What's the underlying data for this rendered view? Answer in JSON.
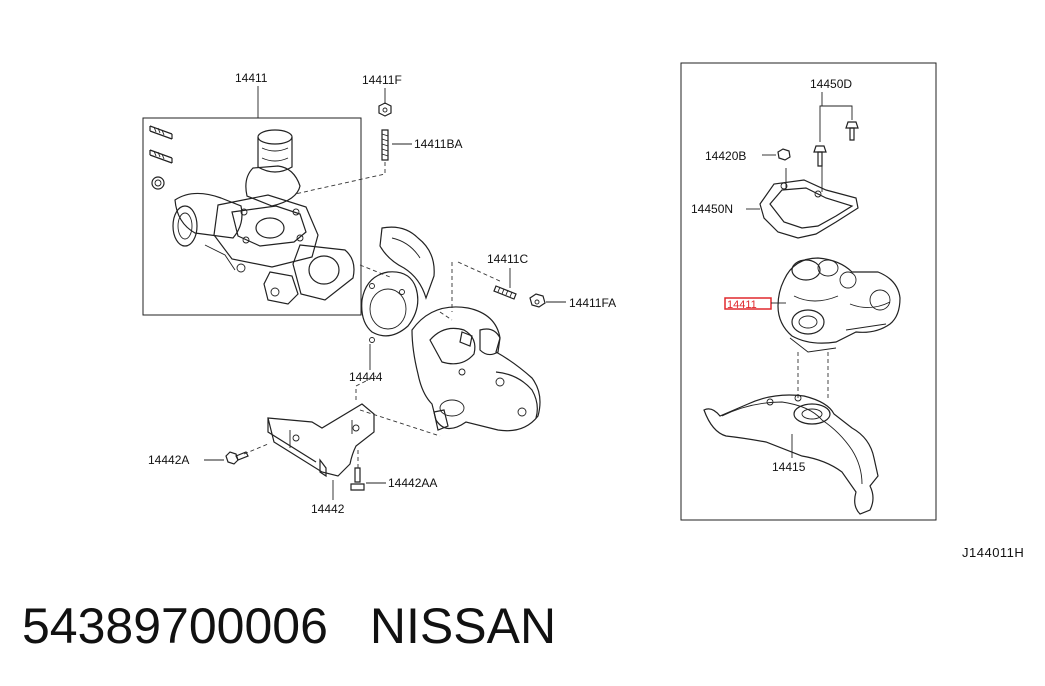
{
  "labels": {
    "turbo": "14411",
    "nut_top": "14411F",
    "stud_top": "14411BA",
    "stud_right": "14411C",
    "nut_right": "14411FA",
    "gasket": "14444",
    "bolt_left": "14442A",
    "bolt_bottom": "14442AA",
    "bracket": "14442",
    "insulator_bolts": "14450D",
    "nut_insulator": "14420B",
    "insulator_upper": "14450N",
    "highlight_part": "14411",
    "insulator_lower": "14415"
  },
  "diagram_ref": "J144011H",
  "caption": {
    "part_number": "54389700006",
    "brand": "NISSAN"
  },
  "colors": {
    "highlight": "#e0282d",
    "line": "#222222"
  }
}
